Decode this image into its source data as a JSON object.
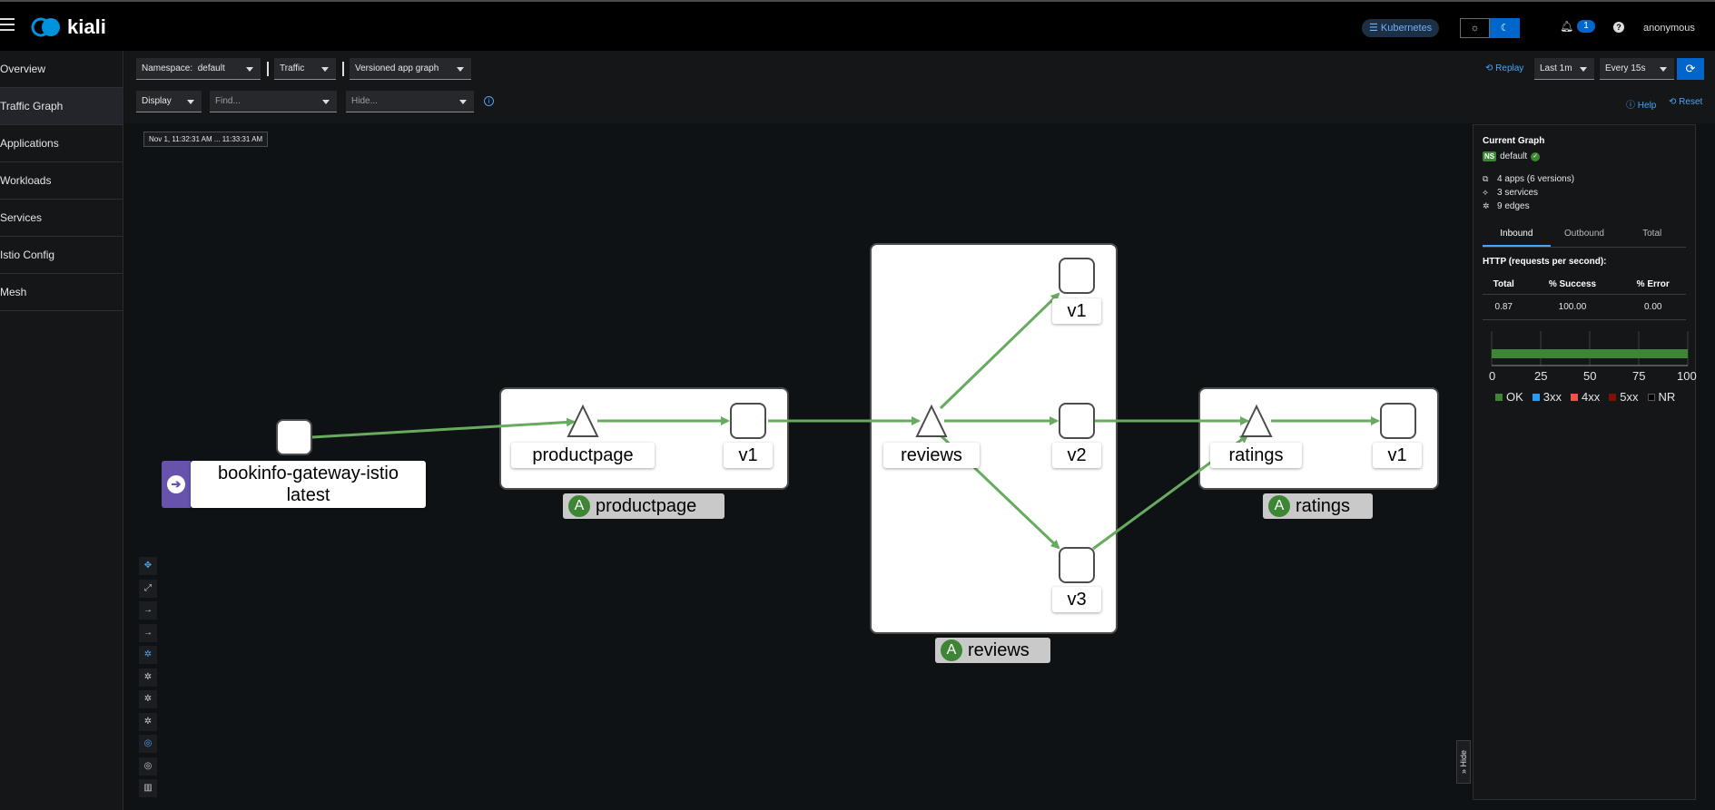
{
  "header": {
    "app_name": "kiali",
    "cluster_badge": "Kubernetes",
    "notifications_count": "1",
    "user": "anonymous",
    "theme_light_icon": "sun-icon",
    "theme_dark_icon": "moon-icon"
  },
  "sidebar": {
    "items": [
      {
        "label": "Overview"
      },
      {
        "label": "Traffic Graph"
      },
      {
        "label": "Applications"
      },
      {
        "label": "Workloads"
      },
      {
        "label": "Services"
      },
      {
        "label": "Istio Config"
      },
      {
        "label": "Mesh"
      }
    ],
    "active": "Traffic Graph"
  },
  "toolbar": {
    "namespace_label": "Namespace:",
    "namespace_value": "default",
    "traffic_label": "Traffic",
    "graph_type": "Versioned app graph",
    "display_label": "Display",
    "find_placeholder": "Find...",
    "hide_placeholder": "Hide...",
    "replay_label": "Replay",
    "duration": "Last 1m",
    "refresh_interval": "Every 15s",
    "help_label": "Help",
    "reset_label": "Reset"
  },
  "graph": {
    "timestamp": "Nov 1, 11:32:31 AM ... 11:33:31 AM",
    "gateway_label_line1": "bookinfo-gateway-istio",
    "gateway_label_line2": "latest",
    "boxes": {
      "productpage": {
        "box_label": "productpage",
        "service": "productpage",
        "version": "v1"
      },
      "reviews": {
        "box_label": "reviews",
        "service": "reviews",
        "versions": [
          "v1",
          "v2",
          "v3"
        ]
      },
      "ratings": {
        "box_label": "ratings",
        "service": "ratings",
        "version": "v1"
      }
    },
    "app_badge": "A",
    "edge_color": "#67ab5e",
    "hide_tab_label": "Hide"
  },
  "side_panel": {
    "title": "Current Graph",
    "namespace_badge": "NS",
    "namespace": "default",
    "apps": "4 apps (6 versions)",
    "services": "3 services",
    "edges": "9 edges",
    "tabs": [
      "Inbound",
      "Outbound",
      "Total"
    ],
    "active_tab": "Inbound",
    "http_title": "HTTP (requests per second):",
    "table_headers": [
      "Total",
      "% Success",
      "% Error"
    ],
    "table_values": [
      "0.87",
      "100.00",
      "0.00"
    ],
    "chart_ticks": [
      "0",
      "25",
      "50",
      "75",
      "100"
    ],
    "legend": [
      {
        "label": "OK",
        "color": "#3e8635"
      },
      {
        "label": "3xx",
        "color": "#2b9af3"
      },
      {
        "label": "4xx",
        "color": "#f4514b"
      },
      {
        "label": "5xx",
        "color": "#7d1007"
      },
      {
        "label": "NR",
        "color": "#000000"
      }
    ],
    "ok_percent": 100
  }
}
